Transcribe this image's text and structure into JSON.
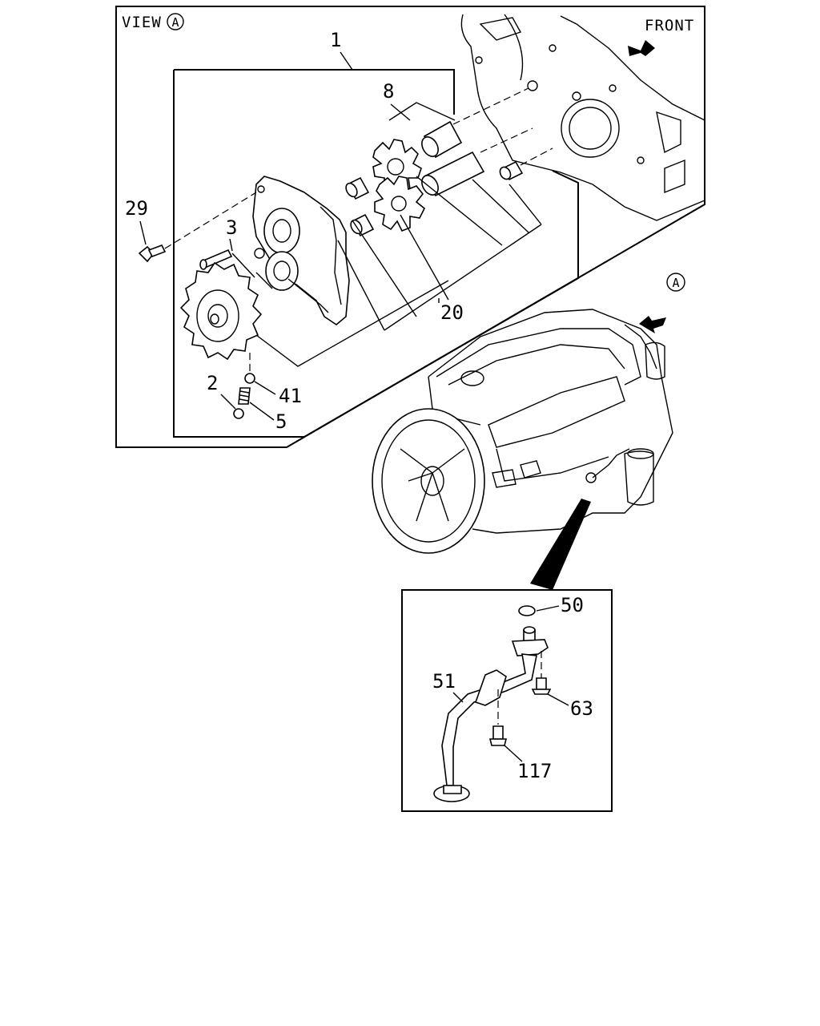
{
  "view_label": "VIEW",
  "view_marker": "A",
  "front_label": "FRONT",
  "engine_marker": "A",
  "callouts": {
    "c1": "1",
    "c8": "8",
    "c29": "29",
    "c3": "3",
    "c20": "20",
    "c2": "2",
    "c41": "41",
    "c5": "5",
    "c50": "50",
    "c51": "51",
    "c63": "63",
    "c117": "117"
  },
  "icons": [
    "front-direction-arrow",
    "view-direction-arrow",
    "leader-wedge-pointer"
  ]
}
